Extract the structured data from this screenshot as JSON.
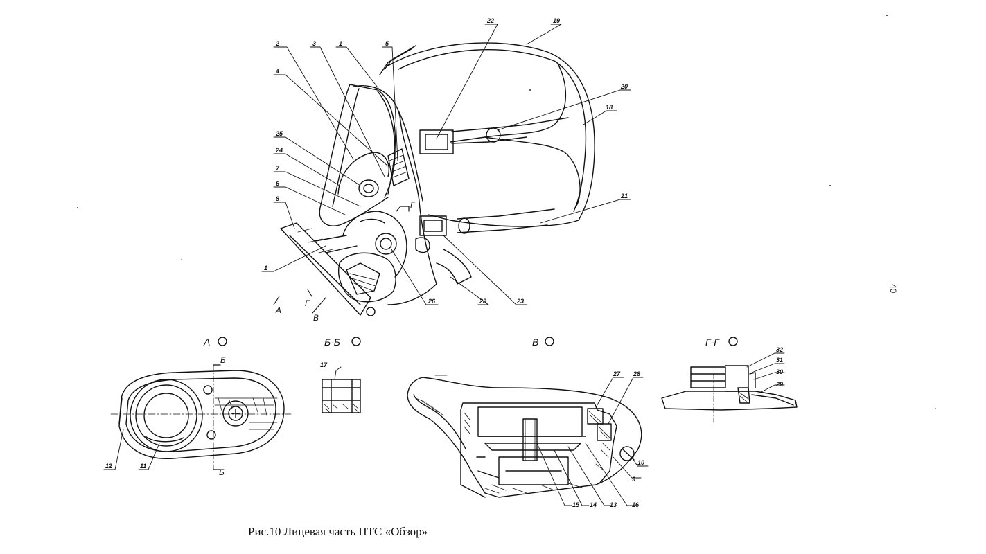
{
  "caption": "Рис.10 Лицевая часть ПТС «Обзор»",
  "page_number": "40",
  "views": {
    "a": "А",
    "b": "Б-Б",
    "v": "В",
    "g": "Г-Г"
  },
  "main_view": {
    "callouts": [
      "2",
      "3",
      "1",
      "5",
      "22",
      "19",
      "4",
      "20",
      "18",
      "25",
      "24",
      "7",
      "6",
      "21",
      "8",
      "1",
      "26",
      "28",
      "23"
    ],
    "view_marks": [
      "А",
      "Г",
      "В",
      "Г"
    ]
  },
  "view_a": {
    "callouts": [
      "12",
      "11"
    ],
    "section_marks": [
      "Б",
      "Б"
    ]
  },
  "view_bb": {
    "callouts": [
      "17"
    ]
  },
  "view_v": {
    "callouts": [
      "27",
      "28",
      "10",
      "9",
      "15",
      "14",
      "13",
      "16"
    ]
  },
  "view_gg": {
    "callouts": [
      "32",
      "31",
      "30",
      "29"
    ]
  }
}
